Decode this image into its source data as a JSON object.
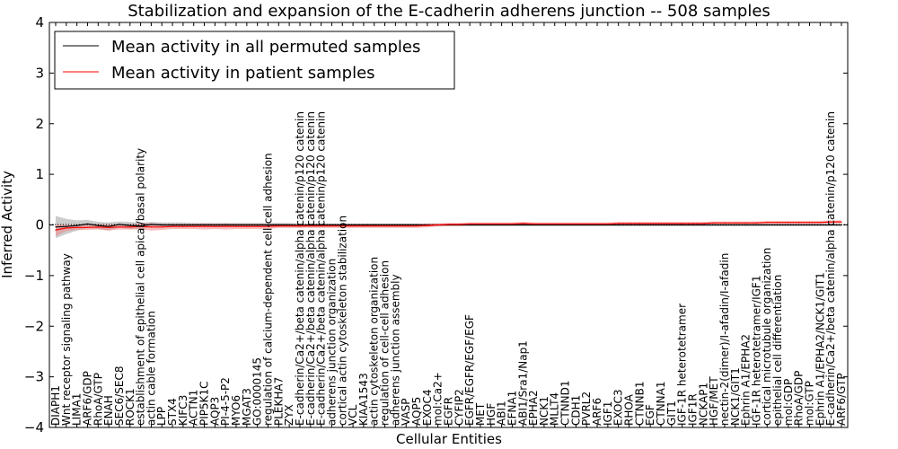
{
  "chart_data": {
    "type": "line",
    "title": "Stabilization and expansion of the E-cadherin adherens junction -- 508 samples",
    "xlabel": "Cellular Entities",
    "ylabel": "Inferred Activity",
    "ylim": [
      -4,
      4
    ],
    "yticks": [
      "−4",
      "−3",
      "−2",
      "−1",
      "0",
      "1",
      "2",
      "3",
      "4"
    ],
    "grid": false,
    "legend_position": "top-left",
    "zero_line": "dotted",
    "categories": [
      "DIAPH1",
      "Wnt receptor signaling pathway",
      "LIMA1",
      "ARF6/GDP",
      "RhoA/GTP",
      "ENAH",
      "SEC6/SEC8",
      "ROCK1",
      "establishment of epithelial cell apical/basal polarity",
      "actin cable formation",
      "LPP",
      "STX4",
      "KIFC3",
      "ACTN1",
      "PIP5K1C",
      "AQP3",
      "PI-4-5-P2",
      "MYO6",
      "MGAT3",
      "GO:0000145",
      "regulation of calcium-dependent cell-cell adhesion",
      "PLEKHA7",
      "ZYX",
      "E-cadherin/Ca2+/beta catenin/alpha catenin/p120 catenin",
      "E-cadherin/Ca2+/beta catenin/alpha catenin/p120 catenin",
      "E-cadherin/Ca2+/beta catenin/alpha catenin/p120 catenin",
      "adherens junction organization",
      "cortical actin cytoskeleton stabilization",
      "VCL",
      "KIAA1543",
      "actin cytoskeleton organization",
      "regulation of cell-cell adhesion",
      "adherens junction assembly",
      "VASP",
      "AQP5",
      "EXOC4",
      "mol:Ca2+",
      "EGFR",
      "CYFIP2",
      "EGFR/EGFR/EGF/EGF",
      "MET",
      "HGF",
      "ABI1",
      "EFNA1",
      "ABI1/Sra1/Nap1",
      "EPHA2",
      "NCK1",
      "MLLT4",
      "CTNND1",
      "CDH1",
      "PVRL2",
      "ARF6",
      "IGF1",
      "EXOC3",
      "RHOA",
      "CTNNB1",
      "EGF",
      "CTNNA1",
      "GIT1",
      "IGF-1R heterotetramer",
      "IGF1R",
      "NCKAP1",
      "HGF/MET",
      "nectin-2(dimer)/I-afadin/I-afadin",
      "NCK1/GIT1",
      "Ephrin A1/EPHA2",
      "IGF-1R heterotetramer/IGF1",
      "cortical microtubule organization",
      "epithelial cell differentiation",
      "mol:GDP",
      "RhoA/GDP",
      "mol:GTP",
      "Ephrin A1/EPHA2/NCK1/GIT1",
      "E-cadherin/Ca2+/beta catenin/alpha catenin/p120 catenin",
      "ARF6/GTP"
    ],
    "series": [
      {
        "name": "Mean activity in all permuted samples",
        "color": "#000000",
        "band_color": "#999999",
        "values": [
          -0.04,
          -0.03,
          -0.01,
          0.02,
          -0.01,
          -0.03,
          0.01,
          -0.01,
          -0.02,
          0.01,
          0.0,
          0.0,
          0.0,
          0.0,
          0.0,
          0.0,
          0.0,
          0.0,
          0.0,
          0.0,
          0.0,
          0.0,
          0.0,
          -0.01,
          0.0,
          0.0,
          0.0,
          0.0,
          0.0,
          0.0,
          0.0,
          0.0,
          0.0,
          0.0,
          0.0,
          0.0,
          0.0,
          0.0,
          0.0,
          0.0,
          0.0,
          0.0,
          0.0,
          0.0,
          0.0,
          0.0,
          0.0,
          0.0,
          0.0,
          0.0,
          0.0,
          0.0,
          0.0,
          0.0,
          0.0,
          0.0,
          0.0,
          0.0,
          0.0,
          0.0,
          0.0,
          0.0,
          0.0,
          0.0,
          0.0,
          0.0,
          0.0,
          0.0,
          0.0,
          0.0,
          0.0,
          0.0,
          0.0,
          0.0,
          0.0
        ],
        "band": [
          0.22,
          0.15,
          0.1,
          0.08,
          0.07,
          0.08,
          0.06,
          0.07,
          0.06,
          0.05,
          0.05,
          0.05,
          0.05,
          0.04,
          0.04,
          0.04,
          0.04,
          0.04,
          0.04,
          0.04,
          0.04,
          0.04,
          0.04,
          0.04,
          0.03,
          0.03,
          0.03,
          0.03,
          0.03,
          0.03,
          0.03,
          0.03,
          0.03,
          0.03,
          0.03,
          0.02,
          0.02,
          0.02,
          0.02,
          0.02,
          0.02,
          0.02,
          0.02,
          0.02,
          0.02,
          0.02,
          0.02,
          0.02,
          0.02,
          0.02,
          0.02,
          0.02,
          0.02,
          0.02,
          0.02,
          0.02,
          0.02,
          0.02,
          0.02,
          0.02,
          0.02,
          0.02,
          0.02,
          0.02,
          0.02,
          0.02,
          0.02,
          0.02,
          0.02,
          0.02,
          0.02,
          0.02,
          0.02,
          0.02,
          0.02
        ]
      },
      {
        "name": "Mean activity in patient samples",
        "color": "#ff0000",
        "band_color": "#f08080",
        "values": [
          -0.1,
          -0.06,
          -0.05,
          -0.05,
          -0.04,
          -0.05,
          -0.04,
          -0.04,
          -0.03,
          -0.04,
          -0.04,
          -0.03,
          -0.03,
          -0.03,
          -0.03,
          -0.03,
          -0.03,
          -0.03,
          -0.03,
          -0.03,
          -0.03,
          -0.02,
          -0.02,
          -0.02,
          -0.02,
          -0.02,
          -0.02,
          -0.02,
          -0.02,
          -0.02,
          -0.02,
          -0.02,
          -0.02,
          -0.02,
          -0.02,
          -0.01,
          0.0,
          0.01,
          0.01,
          0.02,
          0.02,
          0.02,
          0.02,
          0.02,
          0.03,
          0.02,
          0.02,
          0.02,
          0.02,
          0.02,
          0.02,
          0.02,
          0.02,
          0.03,
          0.03,
          0.03,
          0.03,
          0.03,
          0.03,
          0.03,
          0.03,
          0.03,
          0.04,
          0.04,
          0.04,
          0.04,
          0.04,
          0.05,
          0.05,
          0.05,
          0.05,
          0.05,
          0.05,
          0.06,
          0.06
        ],
        "band": [
          0.12,
          0.06,
          0.05,
          0.05,
          0.05,
          0.06,
          0.05,
          0.05,
          0.06,
          0.07,
          0.06,
          0.05,
          0.05,
          0.05,
          0.06,
          0.05,
          0.06,
          0.05,
          0.05,
          0.05,
          0.05,
          0.04,
          0.04,
          0.04,
          0.04,
          0.04,
          0.04,
          0.04,
          0.04,
          0.04,
          0.04,
          0.04,
          0.04,
          0.04,
          0.04,
          0.04,
          0.03,
          0.03,
          0.03,
          0.03,
          0.03,
          0.03,
          0.03,
          0.03,
          0.03,
          0.03,
          0.03,
          0.03,
          0.03,
          0.03,
          0.03,
          0.03,
          0.03,
          0.03,
          0.03,
          0.03,
          0.03,
          0.03,
          0.03,
          0.03,
          0.03,
          0.03,
          0.03,
          0.03,
          0.03,
          0.03,
          0.03,
          0.03,
          0.03,
          0.03,
          0.03,
          0.03,
          0.03,
          0.03,
          0.03
        ]
      }
    ]
  }
}
